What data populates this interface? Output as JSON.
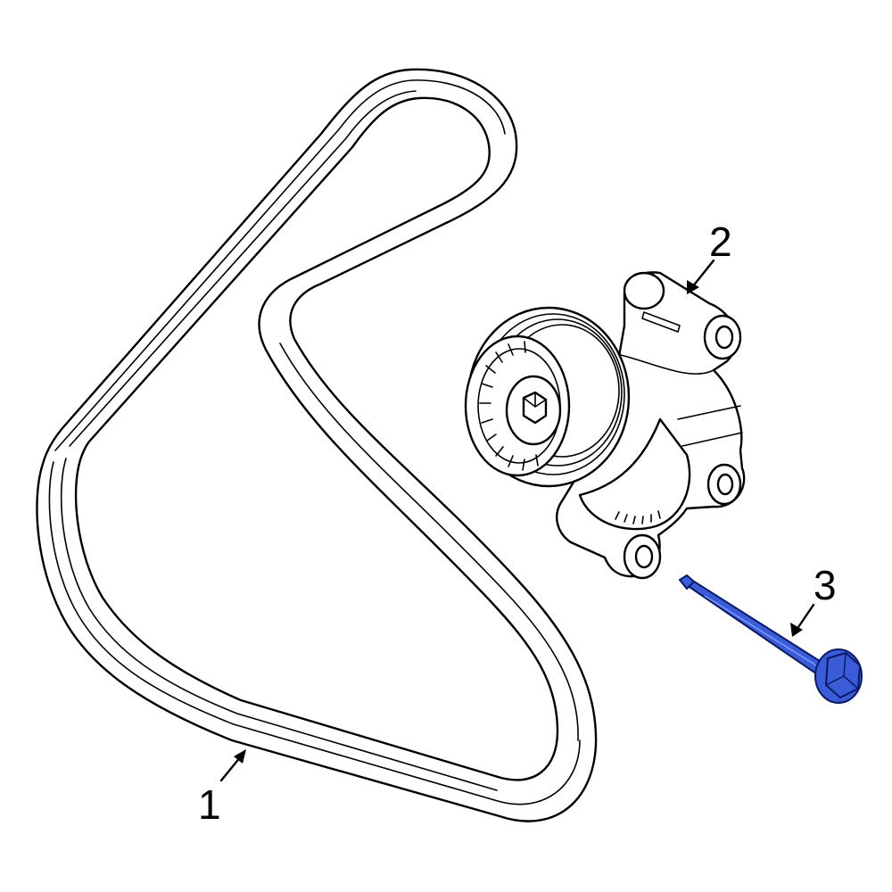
{
  "diagram": {
    "callouts": [
      {
        "id": "1",
        "label": "1",
        "part": "belt"
      },
      {
        "id": "2",
        "label": "2",
        "part": "tensioner"
      },
      {
        "id": "3",
        "label": "3",
        "part": "bolt"
      }
    ],
    "colors": {
      "line": "#000000",
      "background": "#ffffff",
      "highlight_fill": "#3a5cd6",
      "highlight_stroke": "#0a1a6a"
    },
    "highlighted_part": "3"
  }
}
